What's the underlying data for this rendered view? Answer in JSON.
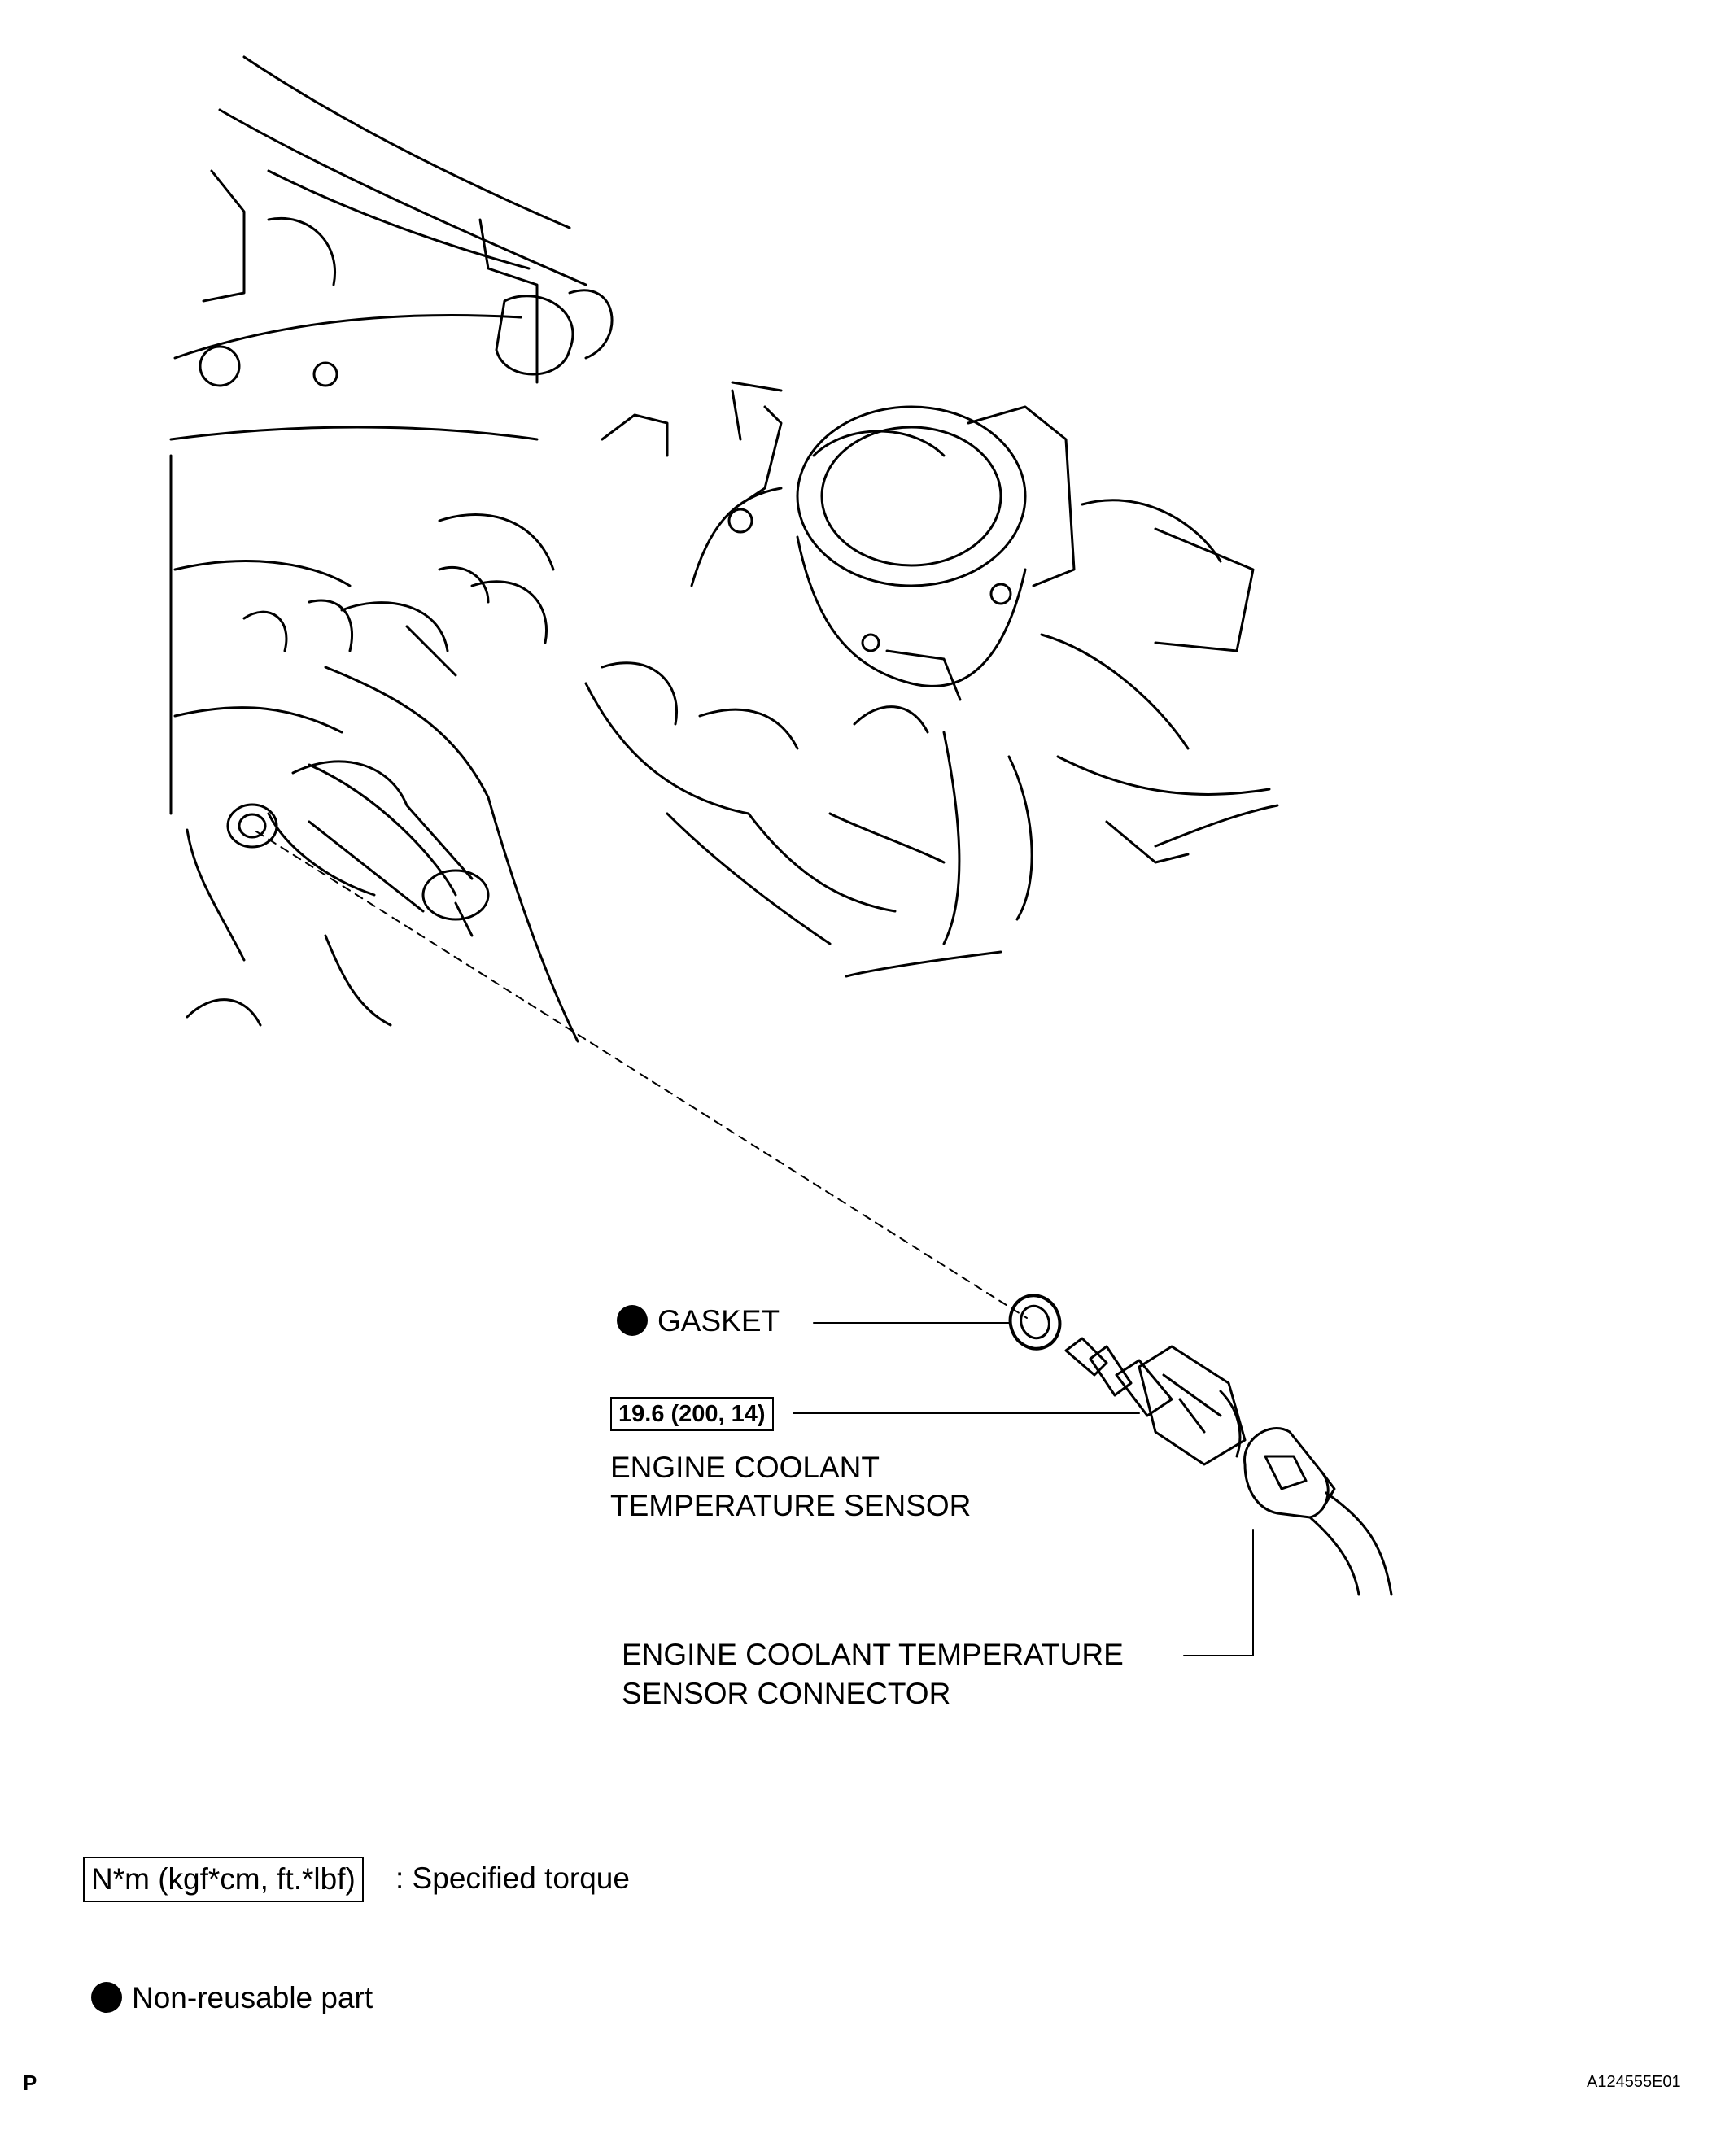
{
  "labels": {
    "gasket": "GASKET",
    "torque_value": "19.6 (200, 14)",
    "sensor_line1": "ENGINE COOLANT",
    "sensor_line2": "TEMPERATURE SENSOR",
    "connector_line1": "ENGINE COOLANT TEMPERATURE",
    "connector_line2": "SENSOR CONNECTOR"
  },
  "legend": {
    "torque_unit": "N*m (kgf*cm, ft.*lbf)",
    "torque_desc": ": Specified torque",
    "nonreusable_desc": "Non-reusable part"
  },
  "footer": {
    "plate_letter": "P",
    "figure_id": "A124555E01"
  },
  "icons": {
    "nonreusable_marker": "filled-circle-icon"
  }
}
